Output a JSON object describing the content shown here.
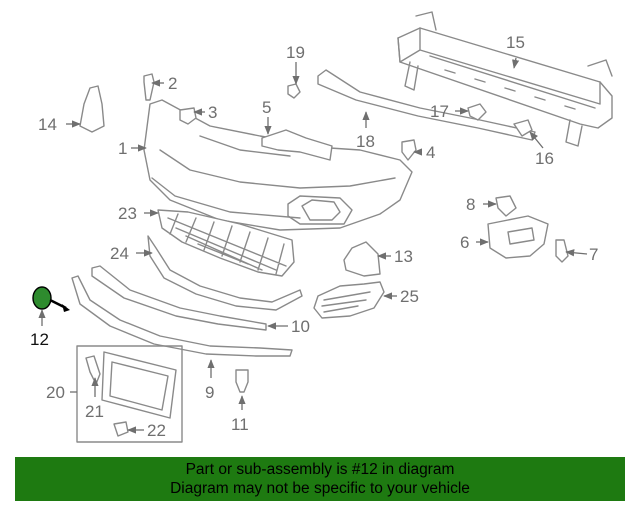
{
  "callouts": {
    "c1": "1",
    "c2": "2",
    "c3": "3",
    "c4": "4",
    "c5": "5",
    "c6": "6",
    "c7": "7",
    "c8": "8",
    "c9": "9",
    "c10": "10",
    "c11": "11",
    "c12": "12",
    "c13": "13",
    "c14": "14",
    "c15": "15",
    "c16": "16",
    "c17": "17",
    "c18": "18",
    "c19": "19",
    "c20": "20",
    "c21": "21",
    "c22": "22",
    "c23": "23",
    "c24": "24",
    "c25": "25"
  },
  "highlight": {
    "part": "12",
    "fill_color": "#2e8b2e"
  },
  "banner": {
    "line1": "Part or sub-assembly is #12 in diagram",
    "line2": "Diagram may not be specific to your vehicle",
    "background": "#1e7a11"
  }
}
